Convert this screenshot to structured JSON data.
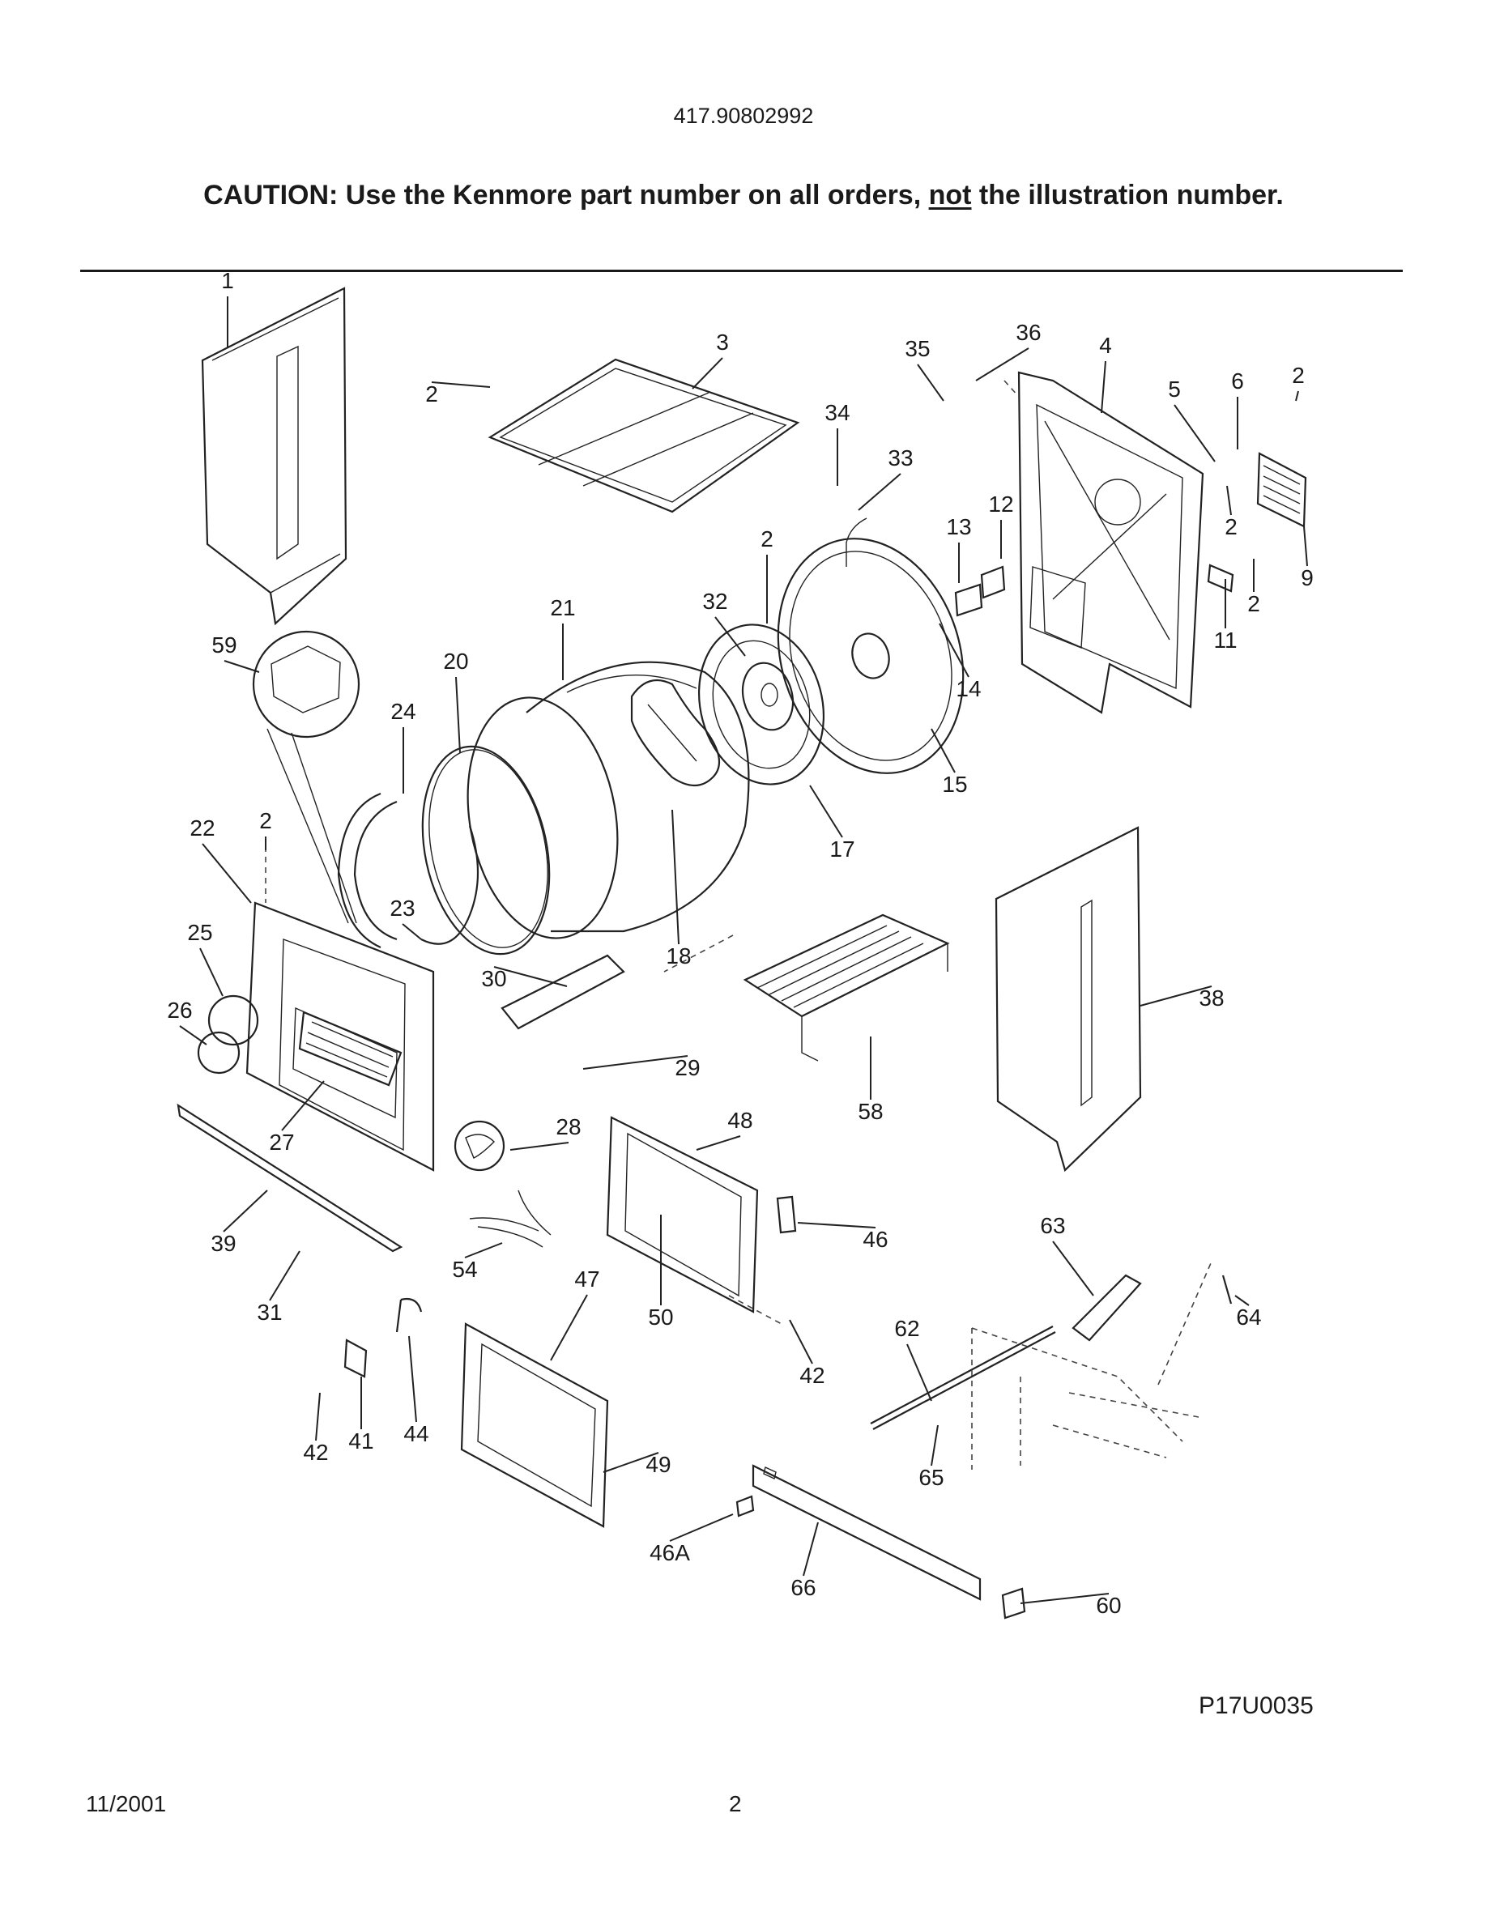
{
  "header": {
    "model_number": "417.90802992",
    "caution_prefix": "CAUTION: Use the Kenmore part number on all orders, ",
    "caution_emphasis": "not",
    "caution_suffix": " the illustration number."
  },
  "figure": {
    "code": "P17U0035",
    "callouts": [
      {
        "id": "c1",
        "label": "1"
      },
      {
        "id": "c2a",
        "label": "2"
      },
      {
        "id": "c3",
        "label": "3"
      },
      {
        "id": "c35",
        "label": "35"
      },
      {
        "id": "c36",
        "label": "36"
      },
      {
        "id": "c4",
        "label": "4"
      },
      {
        "id": "c5",
        "label": "5"
      },
      {
        "id": "c6",
        "label": "6"
      },
      {
        "id": "c2b",
        "label": "2"
      },
      {
        "id": "c34",
        "label": "34"
      },
      {
        "id": "c33",
        "label": "33"
      },
      {
        "id": "c2c",
        "label": "2"
      },
      {
        "id": "c12",
        "label": "12"
      },
      {
        "id": "c13",
        "label": "13"
      },
      {
        "id": "c2d",
        "label": "2"
      },
      {
        "id": "c9",
        "label": "9"
      },
      {
        "id": "c2e",
        "label": "2"
      },
      {
        "id": "c11",
        "label": "11"
      },
      {
        "id": "c59",
        "label": "59"
      },
      {
        "id": "c21",
        "label": "21"
      },
      {
        "id": "c32",
        "label": "32"
      },
      {
        "id": "c14",
        "label": "14"
      },
      {
        "id": "c20",
        "label": "20"
      },
      {
        "id": "c24",
        "label": "24"
      },
      {
        "id": "c15",
        "label": "15"
      },
      {
        "id": "c22",
        "label": "22"
      },
      {
        "id": "c2f",
        "label": "2"
      },
      {
        "id": "c17",
        "label": "17"
      },
      {
        "id": "c23",
        "label": "23"
      },
      {
        "id": "c25",
        "label": "25"
      },
      {
        "id": "c18",
        "label": "18"
      },
      {
        "id": "c30",
        "label": "30"
      },
      {
        "id": "c38",
        "label": "38"
      },
      {
        "id": "c26",
        "label": "26"
      },
      {
        "id": "c29",
        "label": "29"
      },
      {
        "id": "c58",
        "label": "58"
      },
      {
        "id": "c48",
        "label": "48"
      },
      {
        "id": "c27",
        "label": "27"
      },
      {
        "id": "c28",
        "label": "28"
      },
      {
        "id": "c39",
        "label": "39"
      },
      {
        "id": "c46",
        "label": "46"
      },
      {
        "id": "c63",
        "label": "63"
      },
      {
        "id": "c54",
        "label": "54"
      },
      {
        "id": "c47",
        "label": "47"
      },
      {
        "id": "c31",
        "label": "31"
      },
      {
        "id": "c50",
        "label": "50"
      },
      {
        "id": "c64",
        "label": "64"
      },
      {
        "id": "c62",
        "label": "62"
      },
      {
        "id": "c42a",
        "label": "42"
      },
      {
        "id": "c42b",
        "label": "42"
      },
      {
        "id": "c41",
        "label": "41"
      },
      {
        "id": "c44",
        "label": "44"
      },
      {
        "id": "c49",
        "label": "49"
      },
      {
        "id": "c65",
        "label": "65"
      },
      {
        "id": "c46A",
        "label": "46A"
      },
      {
        "id": "c66",
        "label": "66"
      },
      {
        "id": "c60",
        "label": "60"
      }
    ]
  },
  "footer": {
    "date": "11/2001",
    "page": "2"
  }
}
